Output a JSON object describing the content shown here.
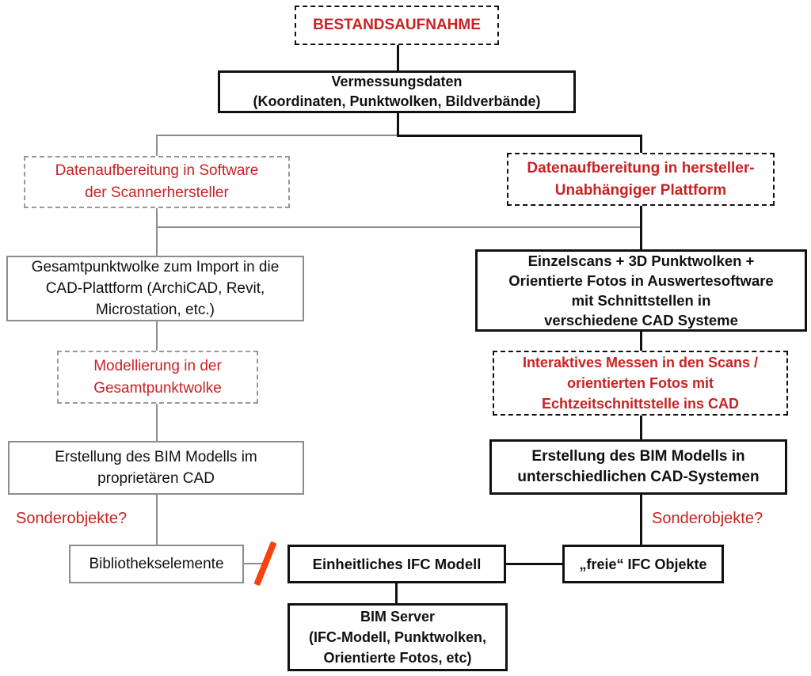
{
  "diagram_title": "BESTANDSAUFNAHME",
  "nodes": {
    "bestandsaufnahme": {
      "lines": [
        "BESTANDSAUFNAHME"
      ]
    },
    "vermessungsdaten": {
      "lines": [
        "Vermessungsdaten",
        "(Koordinaten, Punktwolken, Bildverbände)"
      ]
    },
    "aufbereitung_scanner": {
      "lines": [
        "Datenaufbereitung in Software",
        "der Scannerhersteller"
      ]
    },
    "aufbereitung_plattform": {
      "lines": [
        "Datenaufbereitung in hersteller-",
        "Unabhängiger Plattform"
      ]
    },
    "gesamtpunktwolke": {
      "lines": [
        "Gesamtpunktwolke zum Import in die",
        "CAD-Plattform (ArchiCAD, Revit,",
        "Microstation, etc.)"
      ]
    },
    "einzelscans": {
      "lines": [
        "Einzelscans + 3D Punktwolken +",
        "Orientierte Fotos in Auswertesoftware",
        "mit Schnittstellen in",
        "verschiedene CAD Systeme"
      ]
    },
    "modellierung": {
      "lines": [
        "Modellierung in der",
        "Gesamtpunktwolke"
      ]
    },
    "interaktives_messen": {
      "lines": [
        "Interaktives Messen in den Scans /",
        "orientierten Fotos mit",
        "Echtzeitschnittstelle ins CAD"
      ]
    },
    "erstellung_proprietaer": {
      "lines": [
        "Erstellung des BIM Modells im",
        "proprietären CAD"
      ]
    },
    "erstellung_cad_systeme": {
      "lines": [
        "Erstellung des BIM Modells in",
        "unterschiedlichen CAD-Systemen"
      ]
    },
    "bibliothekselemente": {
      "lines": [
        "Bibliothekselemente"
      ]
    },
    "einheitliches_ifc_modell": {
      "lines": [
        "Einheitliches IFC Modell"
      ]
    },
    "freie_ifc_objekte": {
      "lines": [
        "„freie“ IFC Objekte"
      ]
    },
    "bim_server": {
      "lines": [
        "BIM Server",
        "(IFC-Modell, Punktwolken,",
        "Orientierte Fotos, etc)"
      ]
    }
  },
  "labels": {
    "sonderobjekte_links": "Sonderobjekte?",
    "sonderobjekte_rechts": "Sonderobjekte?"
  },
  "colors": {
    "highlight_red": "#c92222",
    "muted_gray": "#8c8c8c",
    "line_black": "#111111",
    "break_orange": "#f4430e"
  }
}
